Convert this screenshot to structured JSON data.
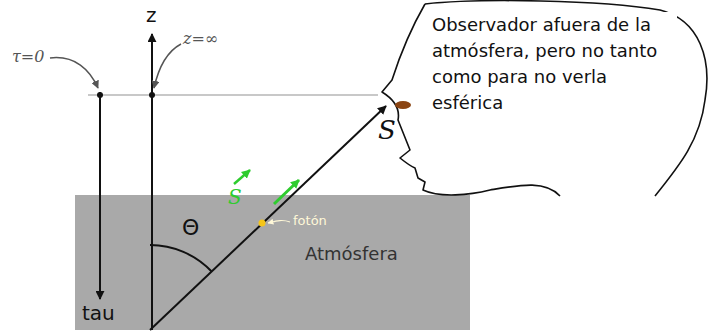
{
  "diagram": {
    "nodes": [
      {
        "text": [
          "Atmósfera"
        ]
      },
      {
        "text": [
          "Observador afuera de la atmósfera, pero no tanto como para no verla esférica"
        ]
      }
    ],
    "labels": [
      "τ=0",
      "z",
      "z=∞",
      "Θ",
      "S",
      "S",
      "fotón",
      "tau"
    ]
  }
}
